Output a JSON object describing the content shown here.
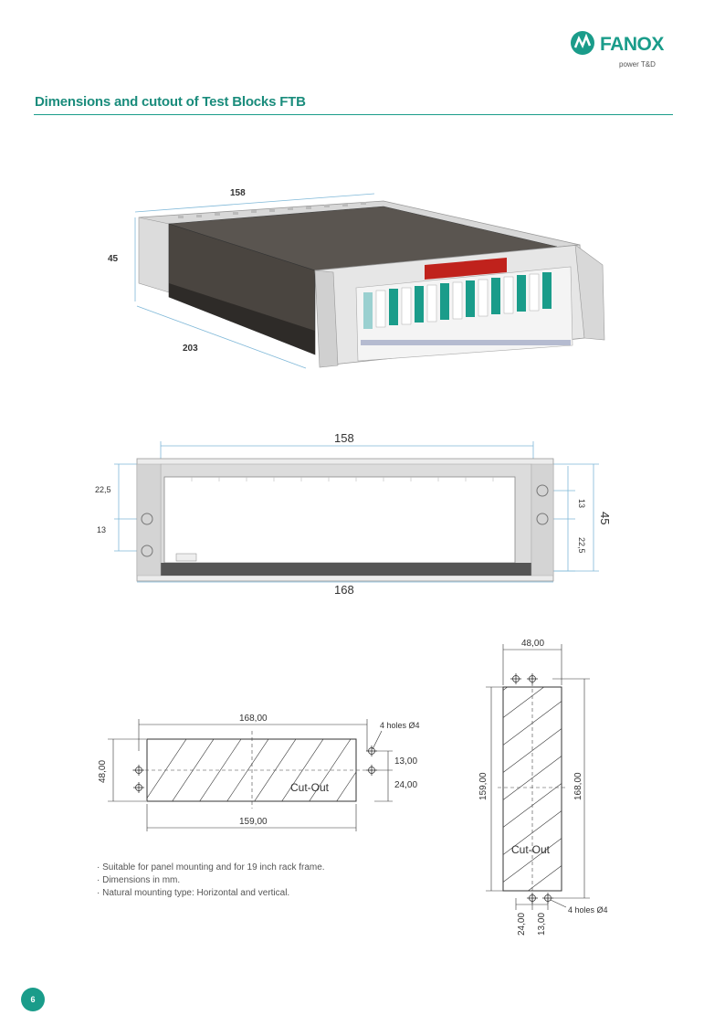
{
  "brand": {
    "name": "FANOX",
    "tagline": "power T&D",
    "color": "#1a9c8a"
  },
  "title": "Dimensions and cutout of Test Blocks FTB",
  "iso_view": {
    "dim_width": "158",
    "dim_height": "45",
    "dim_depth": "203"
  },
  "front_view": {
    "dim_inner_width": "158",
    "dim_outer_width": "168",
    "dim_upper": "22,5",
    "dim_lower": "13",
    "dim_right_upper": "13",
    "dim_right_lower": "22,5",
    "dim_total_height": "45"
  },
  "cutout_horizontal": {
    "dim_top": "168,00",
    "dim_bottom": "159,00",
    "dim_height": "48,00",
    "dim_right_upper": "13,00",
    "dim_right_lower": "24,00",
    "holes_label": "4 holes Ø4",
    "cutout_label": "Cut-Out"
  },
  "cutout_vertical": {
    "dim_top": "48,00",
    "dim_left": "159,00",
    "dim_right": "168,00",
    "dim_bottom_left": "24,00",
    "dim_bottom_right": "13,00",
    "holes_label": "4 holes Ø4",
    "cutout_label": "Cut-Out"
  },
  "notes": [
    "· Suitable for panel mounting and for 19 inch rack frame.",
    "· Dimensions in mm.",
    "· Natural mounting type: Horizontal and vertical."
  ],
  "page_number": "6"
}
